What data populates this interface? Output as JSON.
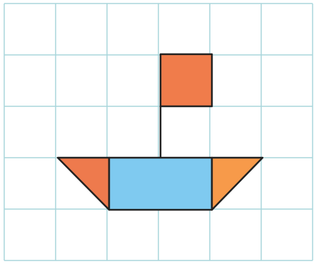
{
  "figure": {
    "grid": {
      "columns": 6,
      "rows": 5,
      "visible": true
    },
    "colors": {
      "grid_line": "#a9d6dc",
      "outline": "#222222",
      "flag": "#f07c4b",
      "hull_left": "#ee7a4d",
      "hull_middle": "#7fcaf0",
      "hull_right": "#f79a4a",
      "mast": "#222222",
      "background": "#ffffff"
    },
    "shapes": [
      {
        "name": "flag-square",
        "kind": "square",
        "color_key": "flag"
      },
      {
        "name": "mast-line",
        "kind": "line",
        "color_key": "mast"
      },
      {
        "name": "hull-left-triangle",
        "kind": "triangle",
        "color_key": "hull_left"
      },
      {
        "name": "hull-middle-rectangle",
        "kind": "rectangle",
        "color_key": "hull_middle"
      },
      {
        "name": "hull-right-triangle",
        "kind": "triangle",
        "color_key": "hull_right"
      }
    ]
  }
}
